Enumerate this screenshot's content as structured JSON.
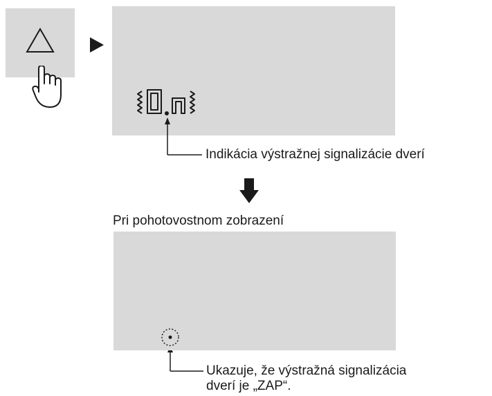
{
  "top": {
    "button_icon": "triangle-up-icon",
    "pointer_icon": "hand-pointer-icon",
    "arrow_icon": "play-right-icon",
    "display_text": "0.n",
    "caption": "Indikácia výstražnej signalizácie dverí"
  },
  "flow_arrow_icon": "arrow-down-icon",
  "bottom": {
    "title": "Pri pohotovostnom zobrazení",
    "indicator_icon": "dotted-circle-dot-icon",
    "caption_line1": "Ukazuje, že výstražná signalizácia",
    "caption_line2": "dverí je „ZAP“."
  },
  "colors": {
    "panel": "#d9d9d9",
    "ink": "#1a1a1a"
  }
}
